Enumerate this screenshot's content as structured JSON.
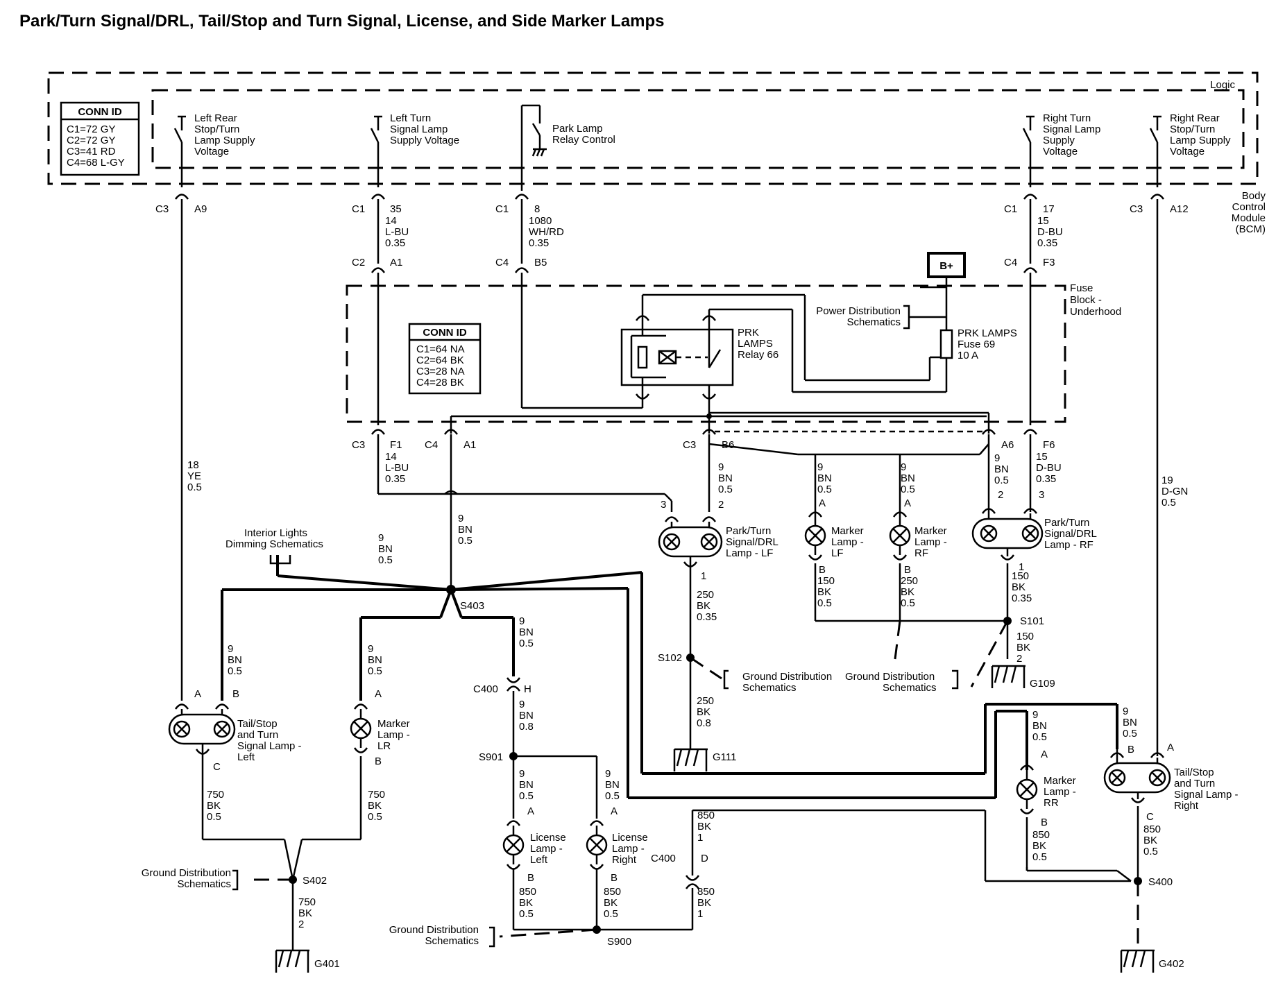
{
  "title": "Park/Turn Signal/DRL, Tail/Stop and Turn Signal, License, and Side Marker Lamps",
  "bcm": {
    "logic_label": "Logic",
    "module_label": [
      "Body",
      "Control",
      "Module",
      "(BCM)"
    ],
    "conn_title": "CONN ID",
    "conn_lines": [
      "C1=72 GY",
      "C2=72 GY",
      "C3=41 RD",
      "C4=68 L-GY"
    ],
    "supply_left_rear": [
      "Left Rear",
      "Stop/Turn",
      "Lamp Supply",
      "Voltage"
    ],
    "supply_left_turn": [
      "Left Turn",
      "Signal Lamp",
      "Supply Voltage"
    ],
    "park_relay_control": [
      "Park Lamp",
      "Relay Control"
    ],
    "supply_right_turn": [
      "Right Turn",
      "Signal Lamp",
      "Supply",
      "Voltage"
    ],
    "supply_right_rear": [
      "Right Rear",
      "Stop/Turn",
      "Lamp Supply",
      "Voltage"
    ]
  },
  "fuse_block": {
    "label": [
      "Fuse",
      "Block -",
      "Underhood"
    ],
    "conn_title": "CONN ID",
    "conn_lines": [
      "C1=64 NA",
      "C2=64 BK",
      "C3=28 NA",
      "C4=28 BK"
    ],
    "bplus": "B+",
    "power_dist": [
      "Power Distribution",
      "Schematics"
    ],
    "relay": [
      "PRK",
      "LAMPS",
      "Relay 66"
    ],
    "fuse": [
      "PRK LAMPS",
      "Fuse 69",
      "10 A"
    ]
  },
  "pins": {
    "c3": "C3",
    "c1": "C1",
    "c2": "C2",
    "c4": "C4",
    "a9": "A9",
    "p35": "35",
    "p8": "8",
    "p17": "17",
    "a12": "A12",
    "a1": "A1",
    "b5": "B5",
    "f3": "F3",
    "f1": "F1",
    "b6": "B6",
    "a6": "A6",
    "f6": "F6"
  },
  "wires": {
    "w18": [
      "18",
      "YE",
      "0.5"
    ],
    "w14a": [
      "14",
      "L-BU",
      "0.35"
    ],
    "w1080": [
      "1080",
      "WH/RD",
      "0.35"
    ],
    "w15a": [
      "15",
      "D-BU",
      "0.35"
    ],
    "w14b": [
      "14",
      "L-BU",
      "0.35"
    ],
    "w9_a1": [
      "9",
      "BN",
      "0.5"
    ],
    "w9_b6": [
      "9",
      "BN",
      "0.5"
    ],
    "w9_mlf": [
      "9",
      "BN",
      "0.5"
    ],
    "w9_mrf": [
      "9",
      "BN",
      "0.5"
    ],
    "w9_a6": [
      "9",
      "BN",
      "0.5"
    ],
    "w15b": [
      "15",
      "D-BU",
      "0.35"
    ],
    "w19": [
      "19",
      "D-GN",
      "0.5"
    ],
    "w9_int": [
      "9",
      "BN",
      "0.5"
    ],
    "w250a": [
      "250",
      "BK",
      "0.35"
    ],
    "w150a": [
      "150",
      "BK",
      "0.5"
    ],
    "w250b": [
      "250",
      "BK",
      "0.5"
    ],
    "w150b": [
      "150",
      "BK",
      "0.35"
    ],
    "w150c": [
      "150",
      "BK",
      "2"
    ],
    "w250c": [
      "250",
      "BK",
      "0.8"
    ],
    "w9_tl": [
      "9",
      "BN",
      "0.5"
    ],
    "w9_mlr": [
      "9",
      "BN",
      "0.5"
    ],
    "w9_c400": [
      "9",
      "BN",
      "0.5"
    ],
    "w9_08": [
      "9",
      "BN",
      "0.8"
    ],
    "w9_ll": [
      "9",
      "BN",
      "0.5"
    ],
    "w9_lr": [
      "9",
      "BN",
      "0.5"
    ],
    "w750a": [
      "750",
      "BK",
      "0.5"
    ],
    "w750b": [
      "750",
      "BK",
      "0.5"
    ],
    "w750c": [
      "750",
      "BK",
      "2"
    ],
    "w850a": [
      "850",
      "BK",
      "1"
    ],
    "w850b": [
      "850",
      "BK",
      "0.5"
    ],
    "w850c": [
      "850",
      "BK",
      "0.5"
    ],
    "w850d": [
      "850",
      "BK",
      "0.5"
    ],
    "w850e": [
      "850",
      "BK",
      "0.5"
    ],
    "w850f": [
      "850",
      "BK",
      "1"
    ],
    "w9_mrr": [
      "9",
      "BN",
      "0.5"
    ],
    "w9_tr": [
      "9",
      "BN",
      "0.5"
    ]
  },
  "lamps": {
    "park_lf": [
      "Park/Turn",
      "Signal/DRL",
      "Lamp - LF"
    ],
    "park_rf": [
      "Park/Turn",
      "Signal/DRL",
      "Lamp - RF"
    ],
    "marker_lf": [
      "Marker",
      "Lamp -",
      "LF"
    ],
    "marker_rf": [
      "Marker",
      "Lamp -",
      "RF"
    ],
    "tail_left": [
      "Tail/Stop",
      "and Turn",
      "Signal Lamp -",
      "Left"
    ],
    "tail_right": [
      "Tail/Stop",
      "and Turn",
      "Signal Lamp -",
      "Right"
    ],
    "marker_lr": [
      "Marker",
      "Lamp -",
      "LR"
    ],
    "marker_rr": [
      "Marker",
      "Lamp -",
      "RR"
    ],
    "license_left": [
      "License",
      "Lamp -",
      "Left"
    ],
    "license_right": [
      "License",
      "Lamp -",
      "Right"
    ]
  },
  "lamp_pins": {
    "plf_3": "3",
    "plf_2": "2",
    "plf_1": "1",
    "prf_2": "2",
    "prf_3": "3",
    "prf_1": "1",
    "mlf_a": "A",
    "mlf_b": "B",
    "mrf_a": "A",
    "mrf_b": "B",
    "tl_a": "A",
    "tl_b": "B",
    "tl_c": "C",
    "mlr_a": "A",
    "mlr_b": "B",
    "ll_a": "A",
    "ll_b": "B",
    "lr_a": "A",
    "lr_b": "B",
    "mrr_a": "A",
    "mrr_b": "B",
    "tr_b": "B",
    "tr_a": "A",
    "tr_c": "C"
  },
  "splices": {
    "s403": "S403",
    "s102": "S102",
    "s101": "S101",
    "s402": "S402",
    "s901": "S901",
    "s900": "S900",
    "s400": "S400"
  },
  "grounds": {
    "g109": "G109",
    "g111": "G111",
    "g401": "G401",
    "g402": "G402"
  },
  "connectors": {
    "c400_h": "C400",
    "h": "H",
    "c400_d": "C400",
    "d": "D"
  },
  "references": {
    "interior_dimming": [
      "Interior Lights",
      "Dimming Schematics"
    ],
    "ground_dist_1": [
      "Ground Distribution",
      "Schematics"
    ],
    "ground_dist_2": [
      "Ground Distribution",
      "Schematics"
    ],
    "ground_dist_3": [
      "Ground Distribution",
      "Schematics"
    ],
    "ground_dist_4": [
      "Ground Distribution",
      "Schematics"
    ]
  }
}
